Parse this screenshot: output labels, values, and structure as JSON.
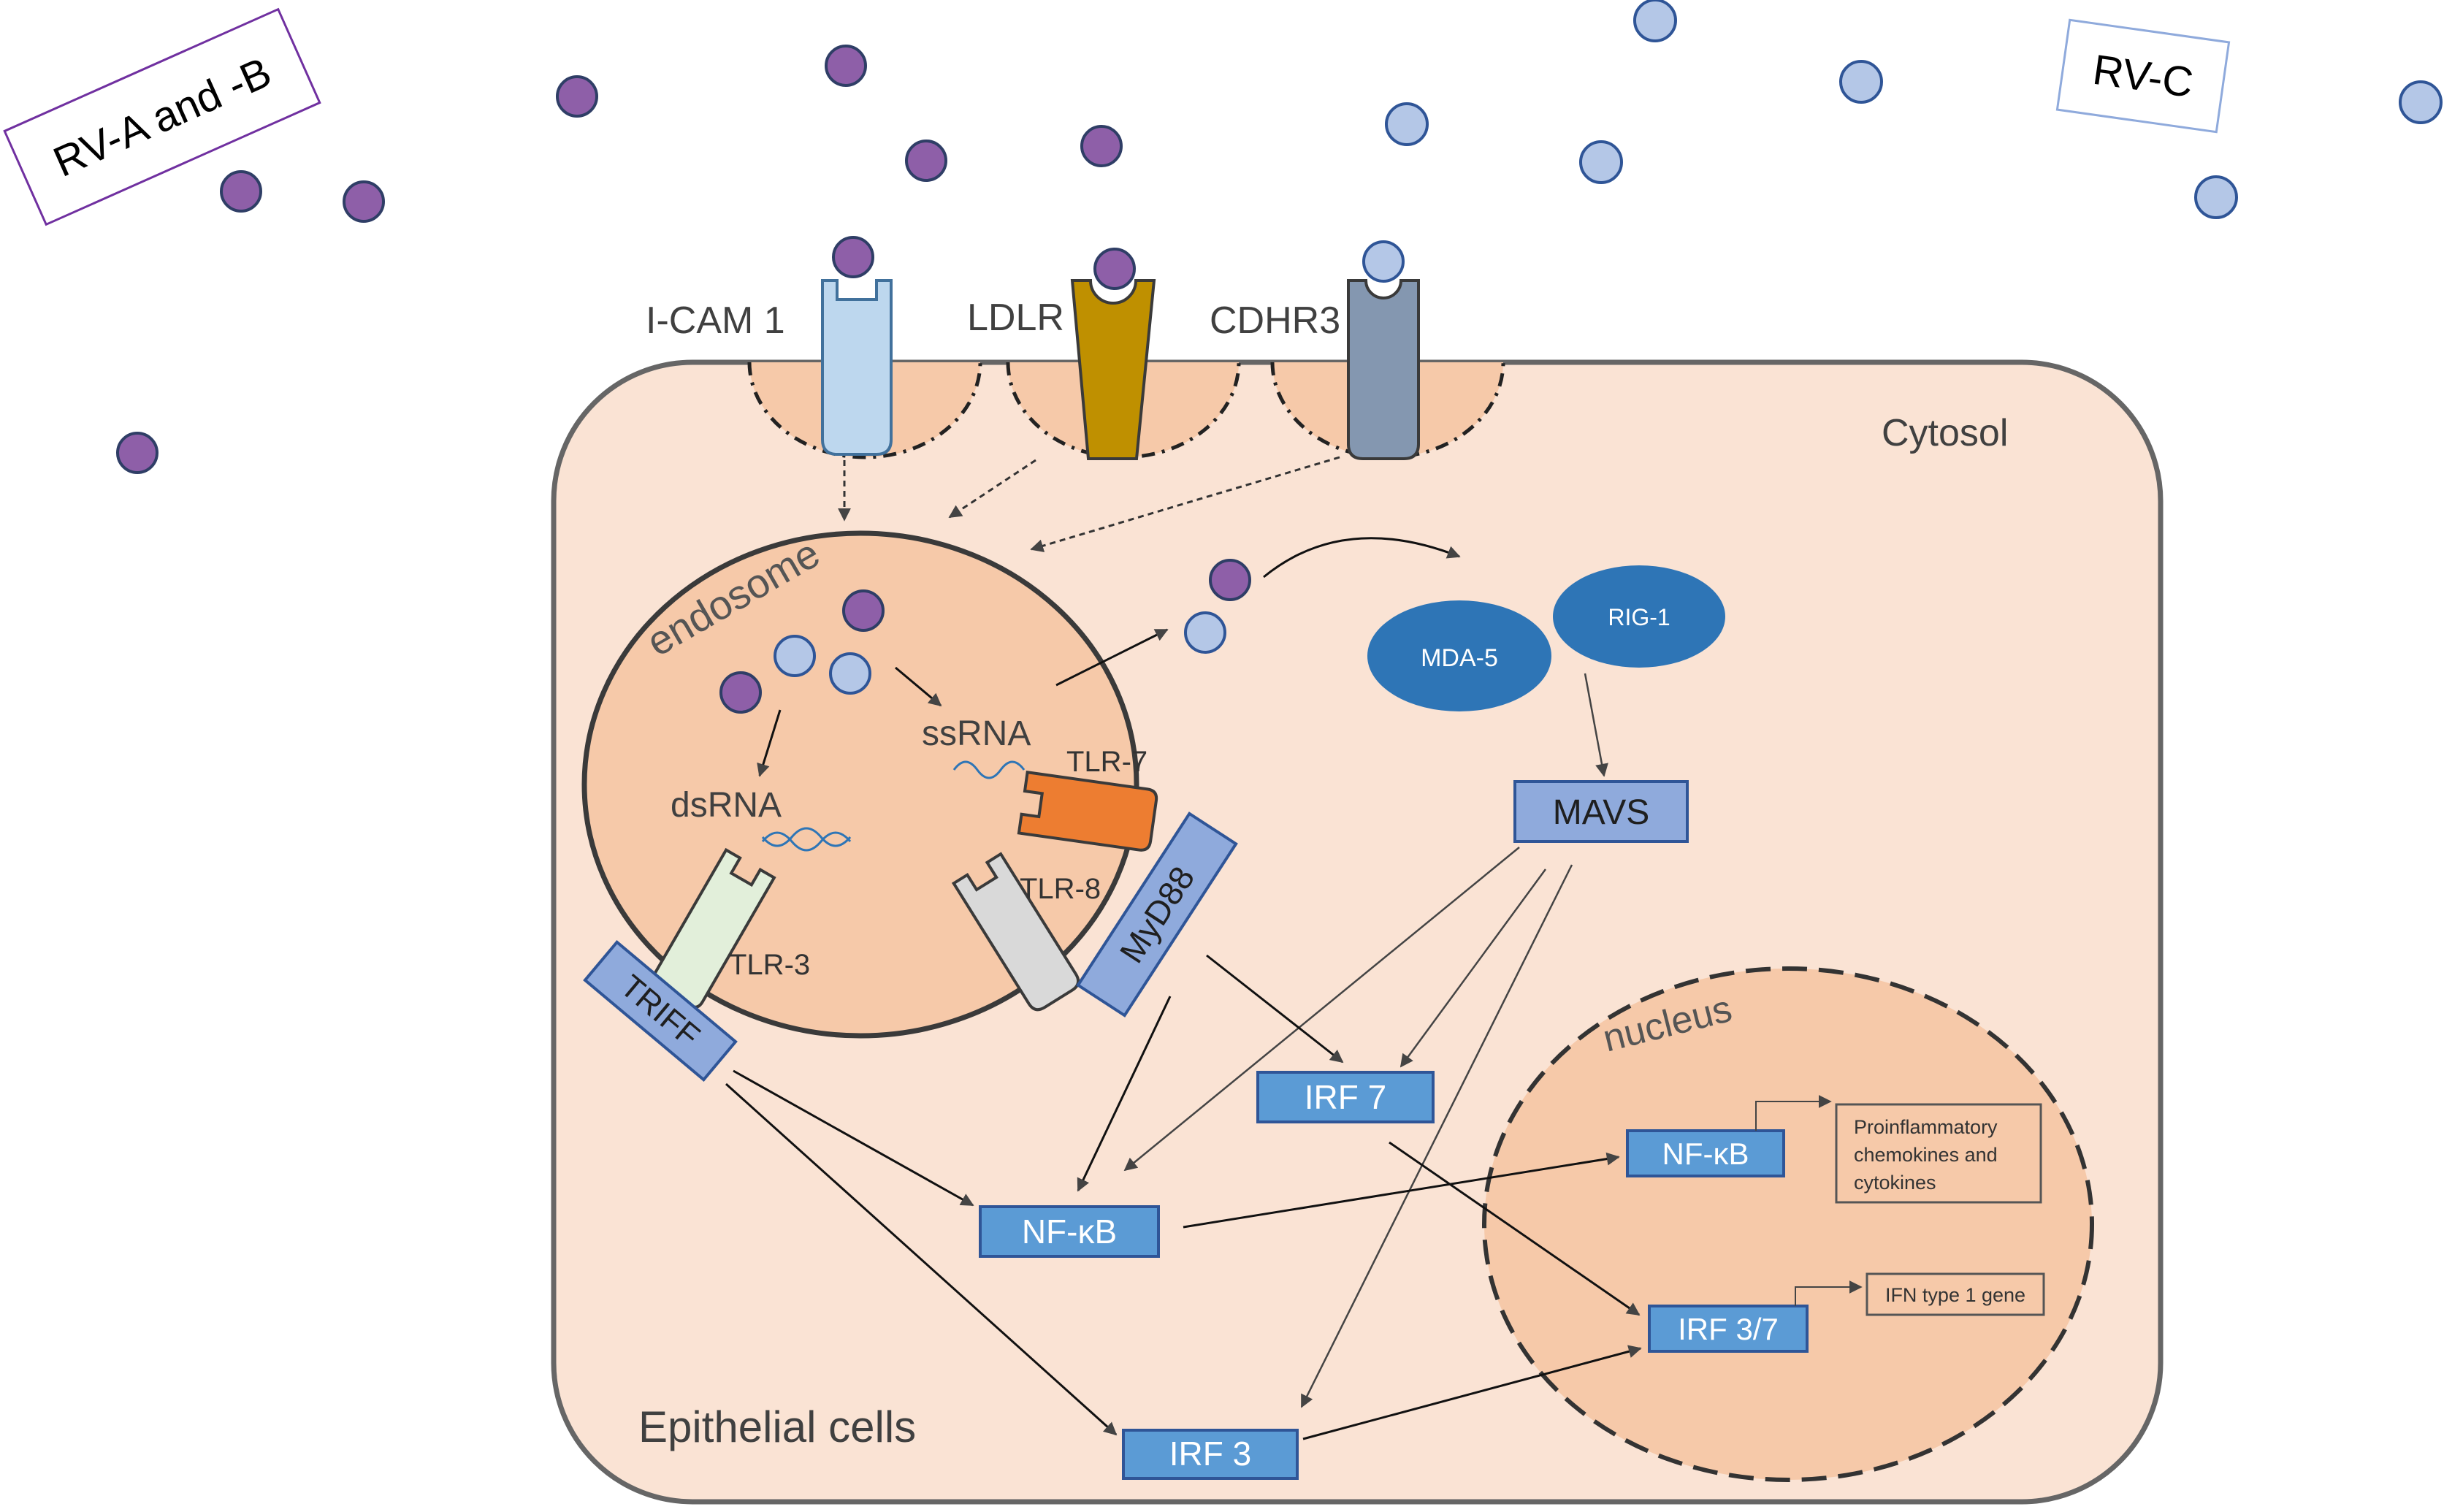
{
  "virus_labels": {
    "rv_ab": "RV-A and -B",
    "rv_c": "RV-C"
  },
  "receptors": {
    "icam1": "I-CAM 1",
    "ldlr": "LDLR",
    "cdhr3": "CDHR3"
  },
  "compartments": {
    "cytosol": "Cytosol",
    "endosome": "endosome",
    "nucleus": "nucleus",
    "cell": "Epithelial cells"
  },
  "endosome_contents": {
    "ssrna": "ssRNA",
    "dsrna": "dsRNA",
    "tlr7": "TLR-7",
    "tlr8": "TLR-8",
    "tlr3": "TLR-3"
  },
  "adaptors": {
    "myd88": "MyD88",
    "triff": "TRIFF",
    "mavs": "MAVS"
  },
  "sensors": {
    "mda5": "MDA-5",
    "rig1": "RIG-1"
  },
  "factors": {
    "irf7": "IRF 7",
    "nfkb_cyto": "NF-κB",
    "irf3": "IRF 3",
    "nfkb_nuc": "NF-κB",
    "irf37": "IRF 3/7"
  },
  "outputs": {
    "proinflammatory": [
      "Proinflammatory",
      "chemokines and",
      "cytokines"
    ],
    "ifn": "IFN type 1 gene"
  },
  "colors": {
    "rv_ab_virus": "#8e5fa8",
    "rv_c_virus": "#b4c7e7",
    "cell_fill": "#fae3d4",
    "endosome_fill": "#f6c9a9",
    "factor_box": "#5b9bd5",
    "sensor_oval": "#2e75b6",
    "adaptor_box": "#8faadc",
    "tlr7": "#ed7d31",
    "ldlr": "#bf9000",
    "cdhr3": "#8497b0",
    "icam1": "#bdd7ee"
  }
}
